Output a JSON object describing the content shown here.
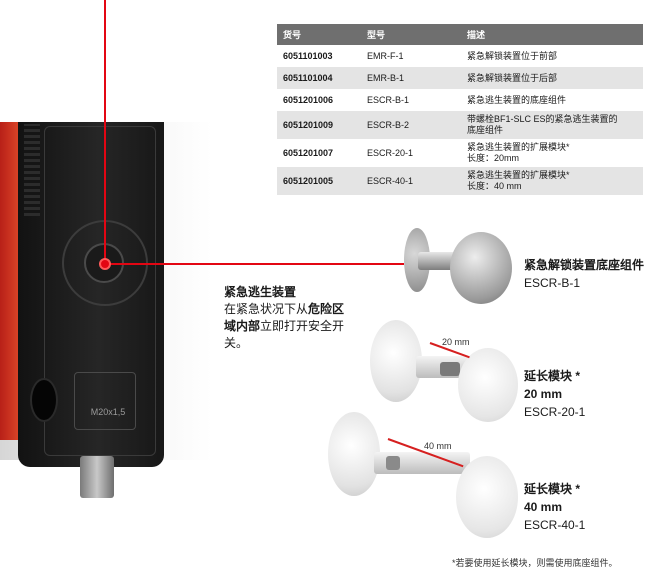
{
  "table": {
    "headers": [
      "货号",
      "型号",
      "描述"
    ],
    "rows": [
      {
        "part": "6051101003",
        "model": "EMR-F-1",
        "desc": [
          "紧急解锁装置位于前部"
        ]
      },
      {
        "part": "6051101004",
        "model": "EMR-B-1",
        "desc": [
          "紧急解锁装置位于后部"
        ]
      },
      {
        "part": "6051201006",
        "model": "ESCR-B-1",
        "desc": [
          "紧急逃生装置的底座组件"
        ]
      },
      {
        "part": "6051201009",
        "model": "ESCR-B-2",
        "desc": [
          "带螺栓BF1-SLC ES的紧急逃生装置的",
          "底座组件"
        ]
      },
      {
        "part": "6051201007",
        "model": "ESCR-20-1",
        "desc": [
          "紧急逃生装置的扩展模块*",
          "长度：20mm"
        ]
      },
      {
        "part": "6051201005",
        "model": "ESCR-40-1",
        "desc": [
          "紧急逃生装置的扩展模块*",
          "长度：40 mm"
        ]
      }
    ]
  },
  "device": {
    "label": "M20x1,5"
  },
  "callout": {
    "title": "紧急逃生装置",
    "line1_normal": "在紧急状况下从",
    "line1_bold": "危险区",
    "line2_bold": "域内部",
    "line2_normal": "立即打开安全开",
    "line3": "关。"
  },
  "products": [
    {
      "title": "紧急解锁装置底座组件",
      "subtitle": "",
      "model": "ESCR-B-1"
    },
    {
      "title": "延长模块 *",
      "subtitle": "20 mm",
      "model": "ESCR-20-1"
    },
    {
      "title": "延长模块 *",
      "subtitle": "40 mm",
      "model": "ESCR-40-1"
    }
  ],
  "dimensions": {
    "d20": "20 mm",
    "d40": "40 mm"
  },
  "footnote": "*若要使用延长模块，则需使用底座组件。",
  "colors": {
    "accent_red": "#e30613",
    "table_header": "#6f6f6f",
    "table_stripe": "#e4e4e4"
  }
}
